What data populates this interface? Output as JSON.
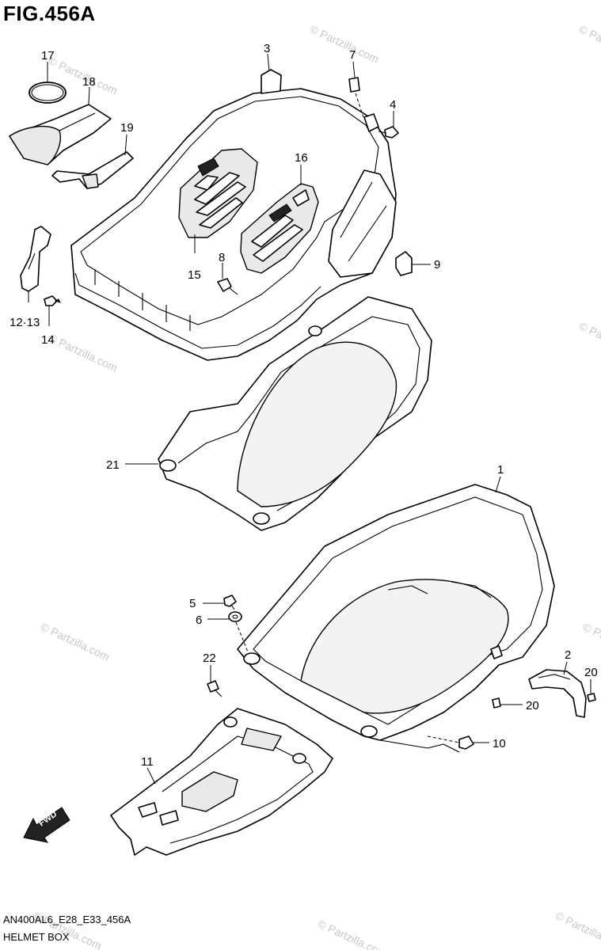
{
  "figure": {
    "title": "FIG.456A",
    "model_code": "AN400AL6_E28_E33_456A",
    "section_title": "HELMET BOX"
  },
  "watermark": "© Partzilla.com",
  "fwd_label": "FWD",
  "callouts": {
    "c1": "1",
    "c2": "2",
    "c3": "3",
    "c4": "4",
    "c5": "5",
    "c6": "6",
    "c7": "7",
    "c8": "8",
    "c9": "9",
    "c10": "10",
    "c11": "11",
    "c12_13": "12·13",
    "c14": "14",
    "c15": "15",
    "c16": "16",
    "c17": "17",
    "c18": "18",
    "c19": "19",
    "c20a": "20",
    "c20b": "20",
    "c21": "21",
    "c22": "22"
  }
}
